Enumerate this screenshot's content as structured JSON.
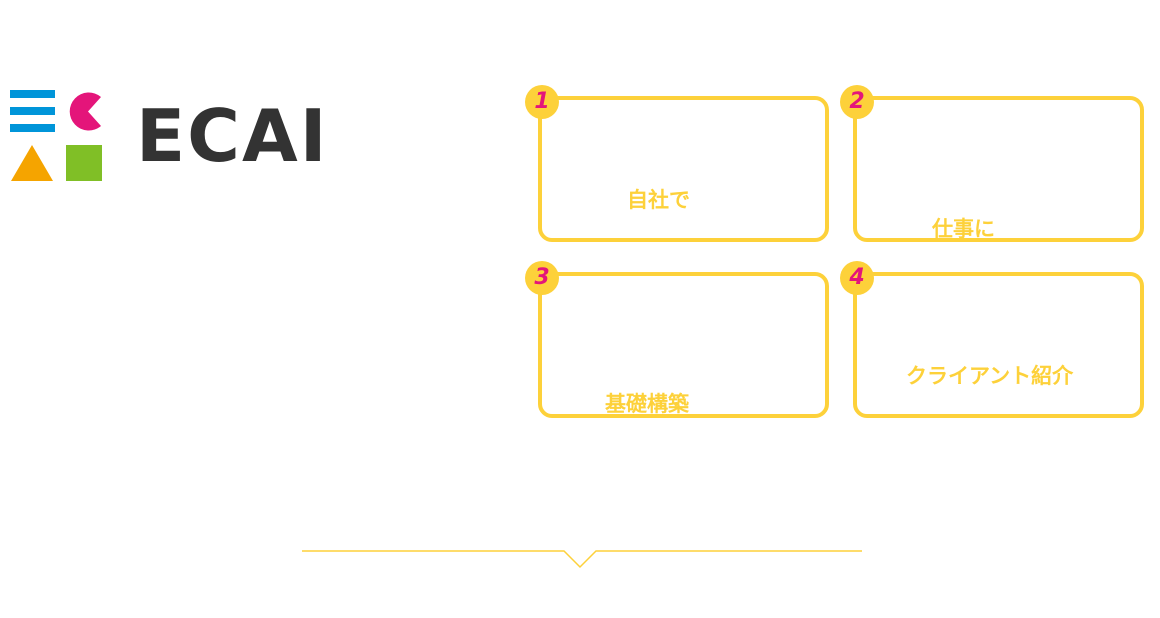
{
  "logo": {
    "text": "ECAI"
  },
  "cards": [
    {
      "number": "1",
      "text": "自社で"
    },
    {
      "number": "2",
      "text": "仕事に"
    },
    {
      "number": "3",
      "text": "基礎構築"
    },
    {
      "number": "4",
      "text": "クライアント紹介"
    }
  ],
  "colors": {
    "accent": "#fdd13a",
    "number": "#e4157a",
    "logo_blue": "#0095d9",
    "logo_pink": "#e4157a",
    "logo_orange": "#f5a400",
    "logo_green": "#80bf26"
  }
}
